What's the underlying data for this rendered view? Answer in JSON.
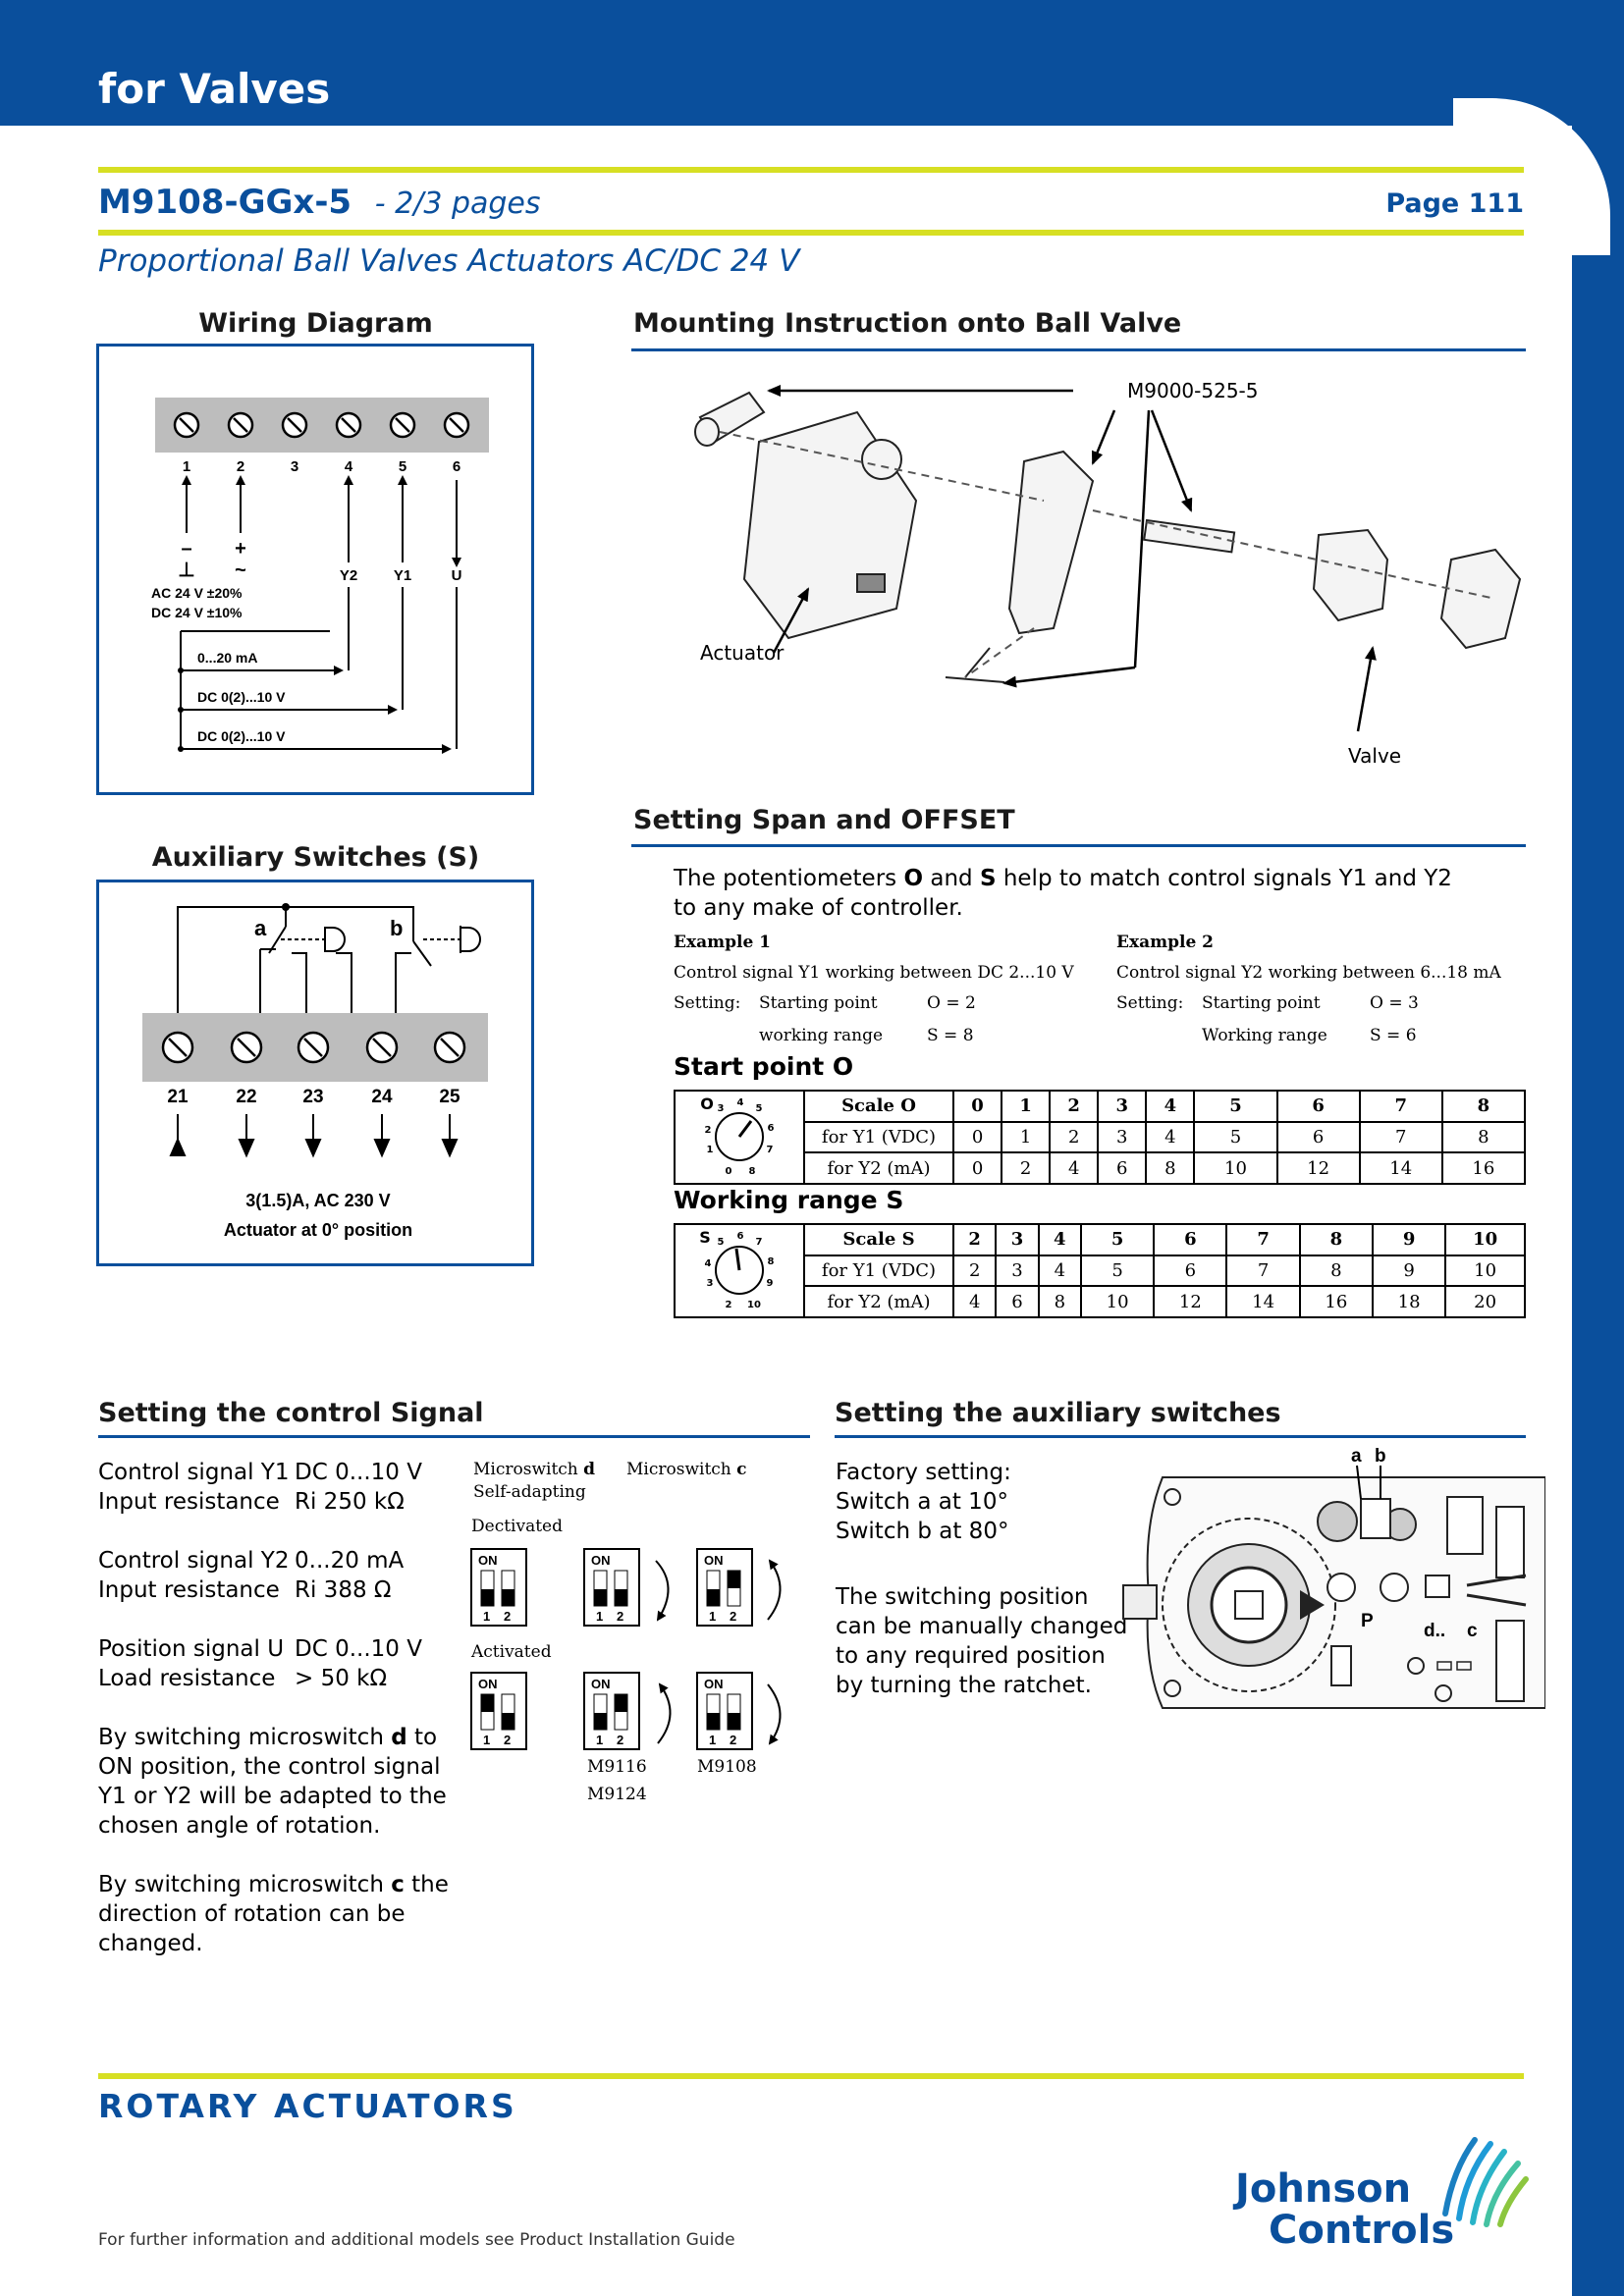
{
  "header": {
    "band_title": "for Valves",
    "doc_title": "M9108-GGx-5",
    "pages": "- 2/3 pages",
    "page_number": "Page 111",
    "subtitle": "Proportional Ball Valves Actuators AC/DC 24 V"
  },
  "wiring": {
    "title": "Wiring Diagram",
    "terminals": [
      "1",
      "2",
      "3",
      "4",
      "5",
      "6"
    ],
    "signs": [
      "–",
      "+"
    ],
    "symbols": [
      "⊥",
      "~"
    ],
    "signal_labels": [
      "Y2",
      "Y1",
      "U"
    ],
    "supply_ac": "AC 24 V ±20%",
    "supply_dc": "DC 24 V ±10%",
    "line1": "0...20 mA",
    "line2": "DC 0(2)...10 V",
    "line3": "DC 0(2)...10 V"
  },
  "aux": {
    "title": "Auxiliary Switches (S)",
    "switch_a": "a",
    "switch_b": "b",
    "terminals": [
      "21",
      "22",
      "23",
      "24",
      "25"
    ],
    "rating": "3(1.5)A, AC 230 V",
    "position_note": "Actuator at 0° position"
  },
  "mounting": {
    "title": "Mounting Instruction onto Ball Valve",
    "part_label": "M9000-525-5",
    "actuator_label": "Actuator",
    "valve_label": "Valve"
  },
  "span": {
    "title": "Setting Span and OFFSET",
    "intro_1": "The potentiometers",
    "pot_o": "O",
    "and": "and",
    "pot_s": "S",
    "intro_2": "help to match control signals Y1 and Y2",
    "intro_3": "to any make of controller.",
    "example1": {
      "title": "Example 1",
      "desc": "Control signal Y1 working between DC 2...10 V",
      "setting": "Setting:",
      "row1_label": "Starting point",
      "row1_value": "O = 2",
      "row2_label": "working range",
      "row2_value": "S = 8"
    },
    "example2": {
      "title": "Example 2",
      "desc": "Control signal Y2 working between 6...18 mA",
      "setting": "Setting:",
      "row1_label": "Starting point",
      "row1_value": "O = 3",
      "row2_label": "Working range",
      "row2_value": "S = 6"
    },
    "start_point": {
      "title": "Start point O",
      "dial_letter": "O",
      "dial_digits": [
        "0",
        "1",
        "2",
        "3",
        "4",
        "5",
        "6",
        "7",
        "8"
      ],
      "rows": [
        [
          "Scale O",
          "0",
          "1",
          "2",
          "3",
          "4",
          "5",
          "6",
          "7",
          "8"
        ],
        [
          "for Y1 (VDC)",
          "0",
          "1",
          "2",
          "3",
          "4",
          "5",
          "6",
          "7",
          "8"
        ],
        [
          "for Y2 (mA)",
          "0",
          "2",
          "4",
          "6",
          "8",
          "10",
          "12",
          "14",
          "16"
        ]
      ]
    },
    "working_range": {
      "title": "Working range S",
      "dial_letter": "S",
      "dial_digits": [
        "2",
        "3",
        "4",
        "5",
        "6",
        "7",
        "8",
        "9",
        "10"
      ],
      "rows": [
        [
          "Scale S",
          "2",
          "3",
          "4",
          "5",
          "6",
          "7",
          "8",
          "9",
          "10"
        ],
        [
          "for Y1 (VDC)",
          "2",
          "3",
          "4",
          "5",
          "6",
          "7",
          "8",
          "9",
          "10"
        ],
        [
          "for Y2 (mA)",
          "4",
          "6",
          "8",
          "10",
          "12",
          "14",
          "16",
          "18",
          "20"
        ]
      ]
    }
  },
  "control": {
    "title": "Setting the control Signal",
    "specs": [
      {
        "label": "Control signal Y1",
        "value": "DC 0...10 V"
      },
      {
        "label": "Input resistance",
        "value": "Ri 250 kΩ"
      },
      {
        "label": "Control signal Y2",
        "value": "0...20 mA"
      },
      {
        "label": "Input resistance",
        "value": "Ri 388 Ω"
      },
      {
        "label": "Position signal U",
        "value": "DC 0...10 V"
      },
      {
        "label": "Load resistance",
        "value": "> 50 kΩ"
      }
    ],
    "para1": [
      "By switching microswitch ",
      "d",
      " to ON position, the control signal Y1 or Y2 will be adapted to the chosen angle of rotation."
    ],
    "para2": [
      "By switching microswitch ",
      "c",
      " the direction of rotation can be changed."
    ],
    "micro_d": "Microswitch",
    "micro_d_letter": "d",
    "self_adapting": "Self-adapting",
    "micro_c": "Microswitch",
    "micro_c_letter": "c",
    "deactivated": "Dectivated",
    "activated": "Activated",
    "on": "ON",
    "pin1": "1",
    "pin2": "2",
    "model_m9116": "M9116",
    "model_m9124": "M9124",
    "model_m9108": "M9108"
  },
  "auxset": {
    "title": "Setting the auxiliary switches",
    "factory": "Factory setting:",
    "switch_a": "Switch a at 10°",
    "switch_b": "Switch b at 80°",
    "desc": [
      "The switching position",
      "can be manually changed",
      "to any required position",
      "by turning the ratchet."
    ],
    "label_a": "a",
    "label_b": "b",
    "label_p": "P",
    "label_d": "d..",
    "label_c": "c"
  },
  "footer": {
    "section": "ROTARY ACTUATORS",
    "note": "For further information and additional models see Product Installation Guide",
    "brand_1": "Johnson",
    "brand_2": "Controls"
  },
  "colors": {
    "brand_blue": "#0a4f9c",
    "accent_yellow": "#d7df23"
  }
}
